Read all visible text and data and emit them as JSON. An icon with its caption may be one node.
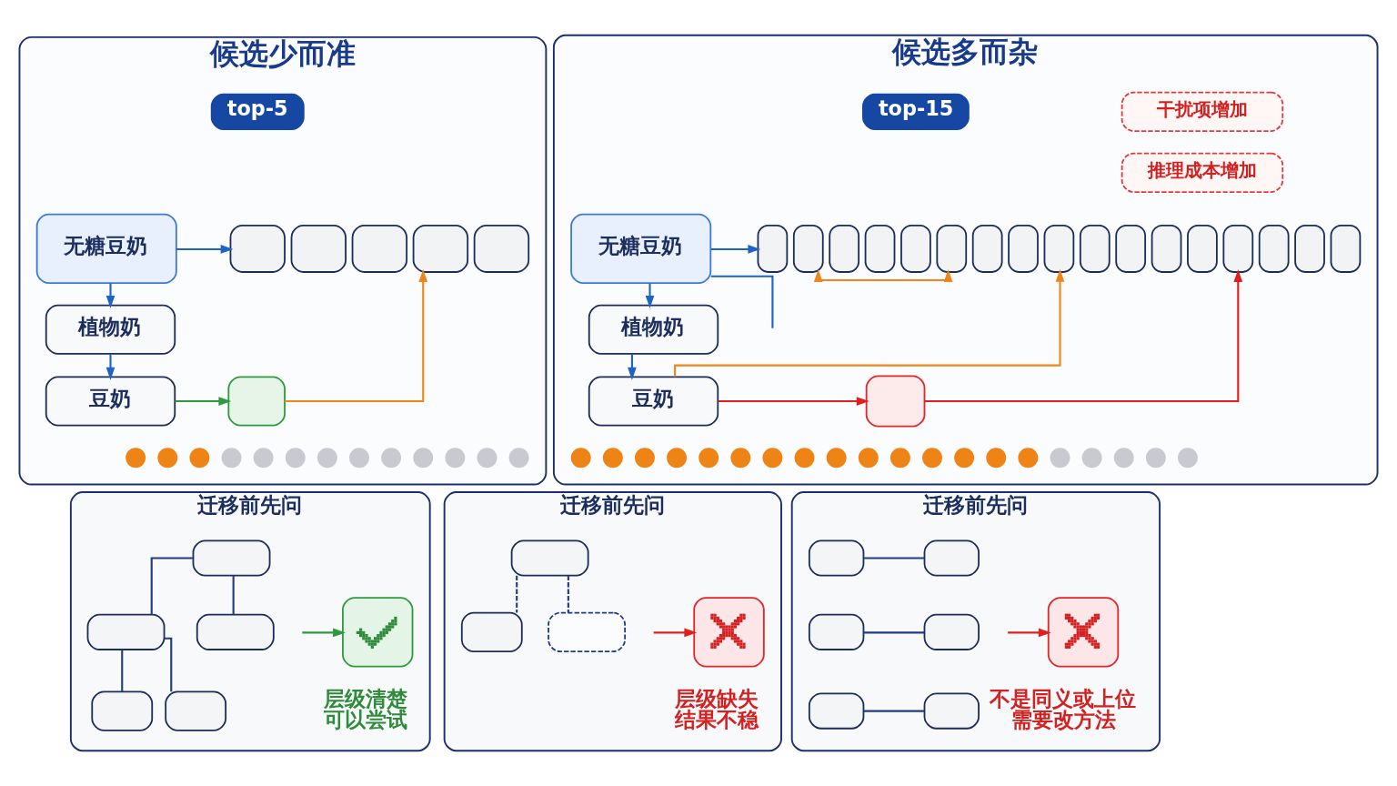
{
  "diagram": {
    "nodes": [
      {
        "text": [
          "候选少而准"
        ]
      },
      {
        "text": [
          "top-5"
        ],
        "in": 0
      },
      {
        "text": [
          "无糖豆奶"
        ],
        "in": 0
      },
      {
        "text": [],
        "shape": "box",
        "in": 0
      },
      {
        "text": [],
        "shape": "box",
        "in": 0
      },
      {
        "text": [],
        "shape": "box",
        "in": 0
      },
      {
        "text": [],
        "shape": "box",
        "in": 0
      },
      {
        "text": [],
        "shape": "box",
        "in": 0
      },
      {
        "text": [
          "植物奶"
        ],
        "in": 0
      },
      {
        "text": [
          "豆奶"
        ],
        "in": 0
      },
      {
        "text": [],
        "shape": "box",
        "in": 0
      },
      {
        "text": [],
        "shape": "circle",
        "in": 0
      },
      {
        "text": [],
        "shape": "circle",
        "in": 0
      },
      {
        "text": [],
        "shape": "circle",
        "in": 0
      },
      {
        "text": [],
        "shape": "circle",
        "in": 0
      },
      {
        "text": [],
        "shape": "circle",
        "in": 0
      },
      {
        "text": [],
        "shape": "circle",
        "in": 0
      },
      {
        "text": [],
        "shape": "circle",
        "in": 0
      },
      {
        "text": [],
        "shape": "circle",
        "in": 0
      },
      {
        "text": [],
        "shape": "circle",
        "in": 0
      },
      {
        "text": [],
        "shape": "circle",
        "in": 0
      },
      {
        "text": [],
        "shape": "circle",
        "in": 0
      },
      {
        "text": [],
        "shape": "circle",
        "in": 0
      },
      {
        "text": [],
        "shape": "circle",
        "in": 0
      },
      {
        "text": [
          "候选多而杂"
        ]
      },
      {
        "text": [
          "top-15"
        ],
        "in": 24
      },
      {
        "text": [
          "干扰项增加"
        ],
        "in": 24
      },
      {
        "text": [
          "推理成本增加"
        ],
        "in": 24
      },
      {
        "text": [
          "无糖豆奶"
        ],
        "in": 24
      },
      {
        "text": [],
        "shape": "box",
        "in": 24
      },
      {
        "text": [],
        "shape": "box",
        "in": 24
      },
      {
        "text": [],
        "shape": "box",
        "in": 24
      },
      {
        "text": [],
        "shape": "box",
        "in": 24
      },
      {
        "text": [],
        "shape": "box",
        "in": 24
      },
      {
        "text": [],
        "shape": "box",
        "in": 24
      },
      {
        "text": [],
        "shape": "box",
        "in": 24
      },
      {
        "text": [],
        "shape": "box",
        "in": 24
      },
      {
        "text": [],
        "shape": "box",
        "in": 24
      },
      {
        "text": [],
        "shape": "box",
        "in": 24
      },
      {
        "text": [],
        "shape": "box",
        "in": 24
      },
      {
        "text": [],
        "shape": "box",
        "in": 24
      },
      {
        "text": [],
        "shape": "box",
        "in": 24
      },
      {
        "text": [],
        "shape": "box",
        "in": 24
      },
      {
        "text": [],
        "shape": "box",
        "in": 24
      },
      {
        "text": [],
        "shape": "box",
        "in": 24
      },
      {
        "text": [],
        "shape": "box",
        "in": 24
      },
      {
        "text": [
          "植物奶"
        ],
        "in": 24
      },
      {
        "text": [
          "豆奶"
        ],
        "in": 24
      },
      {
        "text": [],
        "shape": "box",
        "in": 24
      },
      {
        "text": [],
        "shape": "circle",
        "in": 24
      },
      {
        "text": [],
        "shape": "circle",
        "in": 24
      },
      {
        "text": [],
        "shape": "circle",
        "in": 24
      },
      {
        "text": [],
        "shape": "circle",
        "in": 24
      },
      {
        "text": [],
        "shape": "circle",
        "in": 24
      },
      {
        "text": [],
        "shape": "circle",
        "in": 24
      },
      {
        "text": [],
        "shape": "circle",
        "in": 24
      },
      {
        "text": [],
        "shape": "circle",
        "in": 24
      },
      {
        "text": [],
        "shape": "circle",
        "in": 24
      },
      {
        "text": [],
        "shape": "circle",
        "in": 24
      },
      {
        "text": [],
        "shape": "circle",
        "in": 24
      },
      {
        "text": [],
        "shape": "circle",
        "in": 24
      },
      {
        "text": [],
        "shape": "circle",
        "in": 24
      },
      {
        "text": [],
        "shape": "circle",
        "in": 24
      },
      {
        "text": [],
        "shape": "circle",
        "in": 24
      },
      {
        "text": [],
        "shape": "circle",
        "in": 24
      },
      {
        "text": [],
        "shape": "circle",
        "in": 24
      },
      {
        "text": [],
        "shape": "circle",
        "in": 24
      },
      {
        "text": [],
        "shape": "circle",
        "in": 24
      },
      {
        "text": [],
        "shape": "circle",
        "in": 24
      },
      {
        "text": [
          "迁移前先问"
        ]
      },
      {
        "text": [],
        "shape": "box",
        "in": 69
      },
      {
        "text": [],
        "shape": "box",
        "in": 69
      },
      {
        "text": [],
        "shape": "box",
        "in": 69
      },
      {
        "text": [],
        "shape": "box",
        "in": 69
      },
      {
        "text": [],
        "shape": "box",
        "in": 69
      },
      {
        "text": [],
        "shape": "picture",
        "in": 69,
        "beside": [
          "层级清楚",
          "可以尝试"
        ]
      },
      {
        "text": [
          "迁移前先问"
        ]
      },
      {
        "text": [],
        "shape": "box",
        "in": 76
      },
      {
        "text": [],
        "shape": "box",
        "in": 76
      },
      {
        "text": [],
        "shape": "box",
        "in": 76
      },
      {
        "text": [],
        "shape": "picture",
        "in": 76,
        "beside": [
          "层级缺失",
          "结果不稳"
        ]
      },
      {
        "text": [
          "迁移前先问"
        ]
      },
      {
        "text": [],
        "shape": "box",
        "in": 81
      },
      {
        "text": [],
        "shape": "box",
        "in": 81
      },
      {
        "text": [],
        "shape": "box",
        "in": 81
      },
      {
        "text": [],
        "shape": "box",
        "in": 81
      },
      {
        "text": [],
        "shape": "box",
        "in": 81
      },
      {
        "text": [],
        "shape": "box",
        "in": 81
      },
      {
        "text": [],
        "shape": "picture",
        "in": 81,
        "beside": [
          "不是同义或上位",
          "需要改方法"
        ]
      }
    ],
    "edges": [
      {
        "from": 2,
        "to": 3,
        "arrow": "to",
        "color": "#1e63c6"
      },
      {
        "from": 2,
        "to": 8,
        "arrow": "to",
        "color": "#1e63c6"
      },
      {
        "from": 8,
        "to": 9,
        "arrow": "to",
        "color": "#1e63c6"
      },
      {
        "from": 9,
        "to": 10,
        "arrow": "to",
        "color": "#2e9a3e"
      },
      {
        "from": 10,
        "to": 6,
        "arrow": "to",
        "color": "#f0851a"
      },
      {
        "from": 28,
        "to": 29,
        "arrow": "to",
        "color": "#1e63c6"
      },
      {
        "from": 28,
        "to": 46,
        "arrow": "to",
        "color": "#1e63c6"
      },
      {
        "from": 28,
        "to": null,
        "arrow": "none",
        "color": "#1e63c6"
      },
      {
        "from": 30,
        "to": 34,
        "arrow": "both",
        "color": "#f0851a"
      },
      {
        "from": 46,
        "to": 47,
        "arrow": "to",
        "color": "#1e63c6"
      },
      {
        "from": 47,
        "to": 37,
        "arrow": "to",
        "color": "#f0851a"
      },
      {
        "from": 47,
        "to": 48,
        "arrow": "to",
        "color": "#e0201e"
      },
      {
        "from": 48,
        "to": 42,
        "arrow": "to",
        "color": "#e0201e"
      },
      {
        "from": 70,
        "to": 71,
        "arrow": "none"
      },
      {
        "from": 70,
        "to": 72,
        "arrow": "none"
      },
      {
        "from": 71,
        "to": 73,
        "arrow": "none"
      },
      {
        "from": 71,
        "to": 74,
        "arrow": "none"
      },
      {
        "from": null,
        "to": 75,
        "arrow": "to",
        "color": "#2e9a3e"
      },
      {
        "from": 77,
        "to": 78,
        "arrow": "none",
        "style": "dashed"
      },
      {
        "from": 77,
        "to": 79,
        "arrow": "none",
        "style": "dashed"
      },
      {
        "from": null,
        "to": 80,
        "arrow": "to",
        "color": "#e0201e"
      },
      {
        "from": 82,
        "to": 83,
        "arrow": "none"
      },
      {
        "from": 84,
        "to": 85,
        "arrow": "none"
      },
      {
        "from": 86,
        "to": 87,
        "arrow": "none"
      },
      {
        "from": null,
        "to": 88,
        "arrow": "to",
        "color": "#e0201e"
      }
    ]
  }
}
